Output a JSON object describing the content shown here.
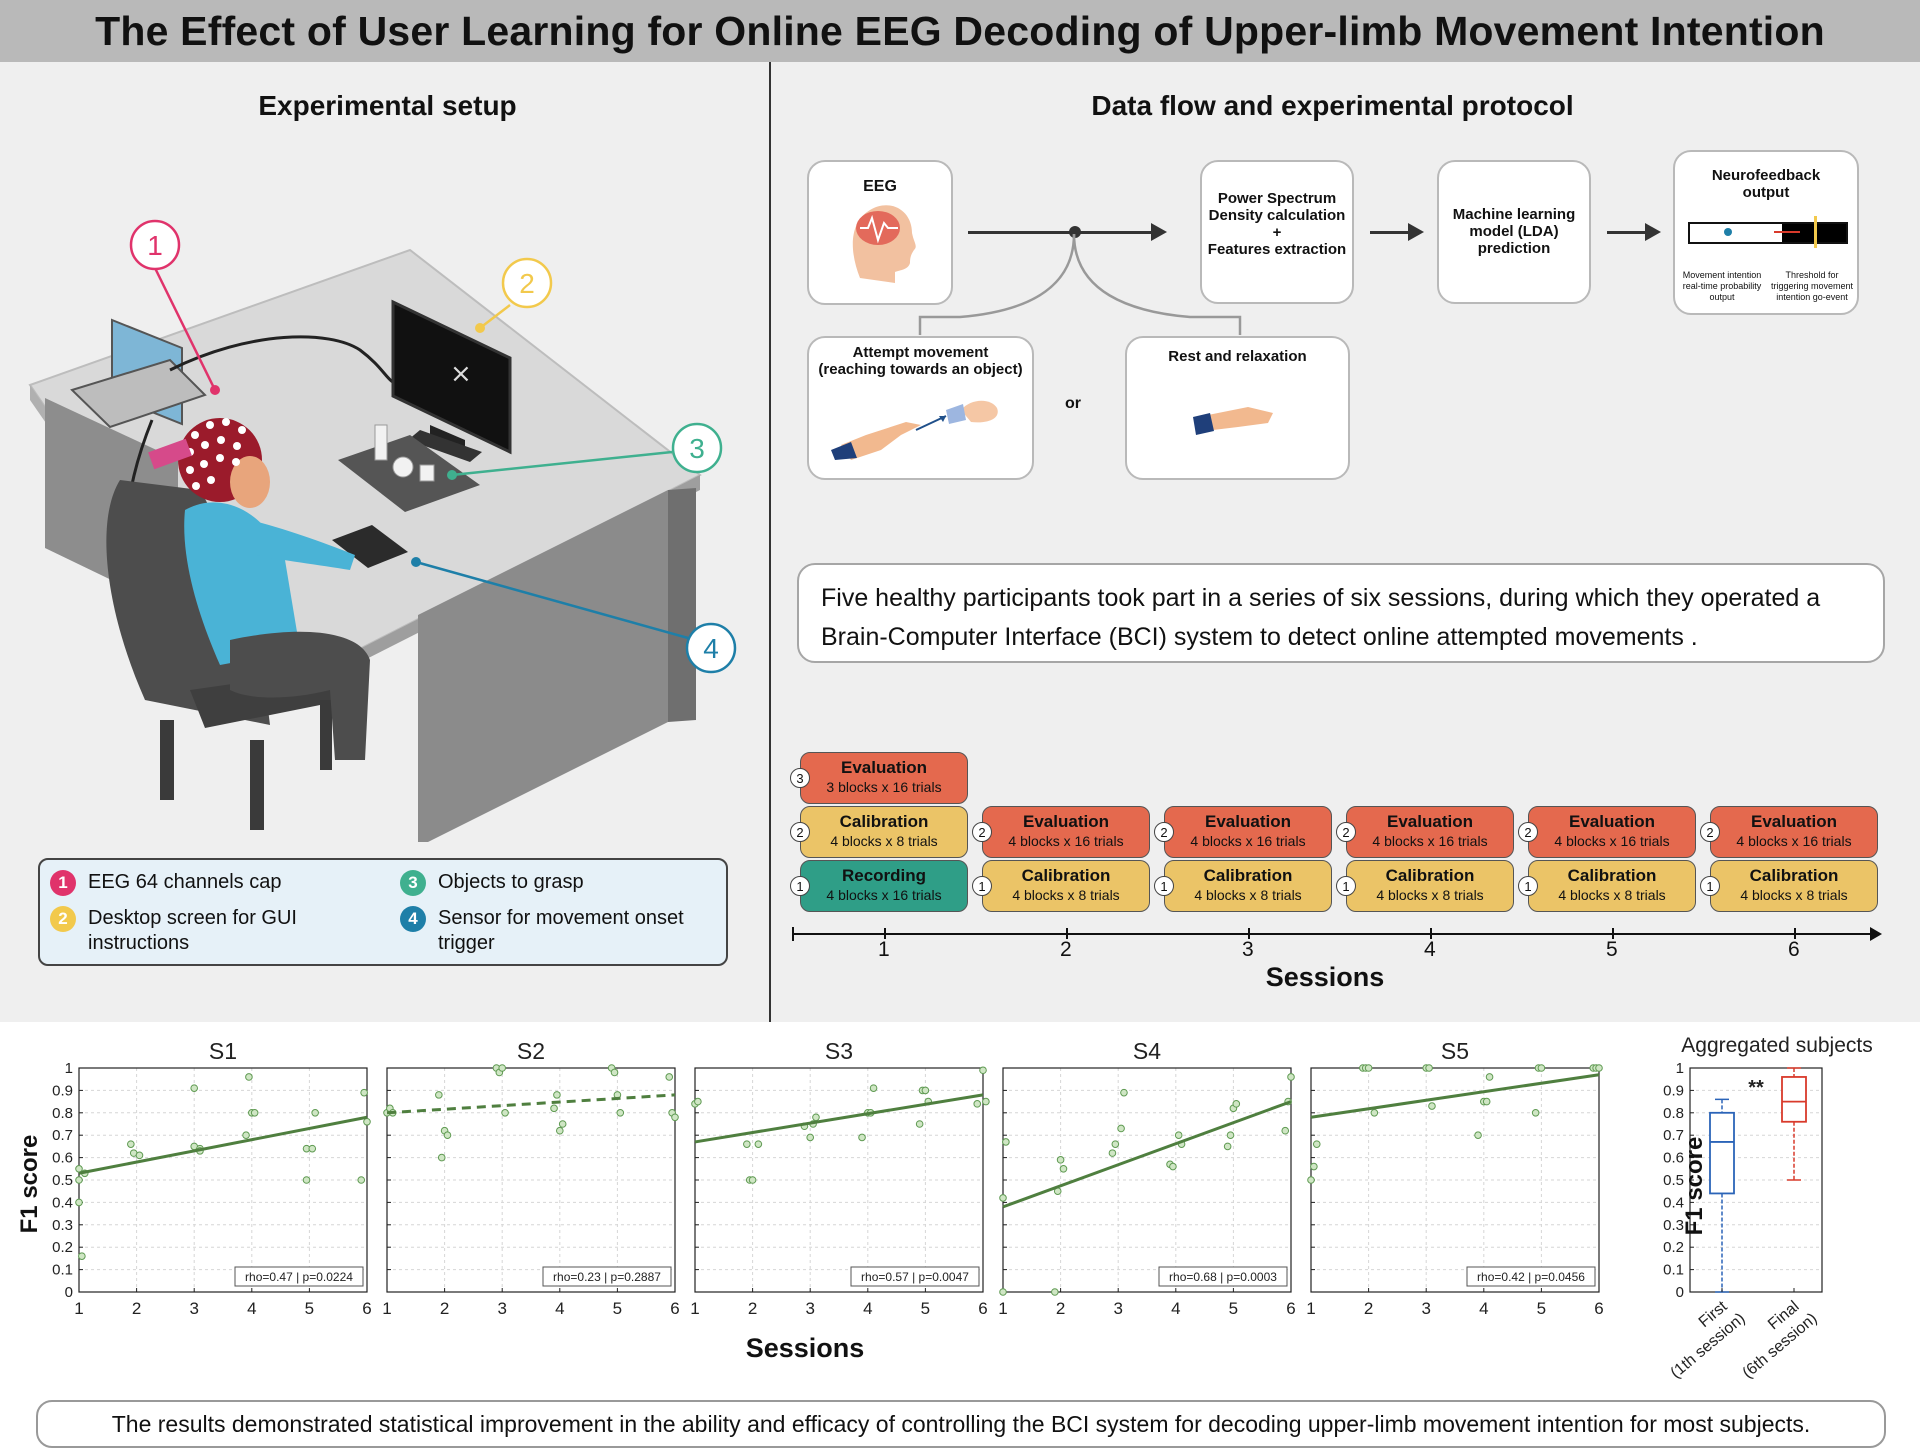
{
  "title": "The Effect of User Learning for Online EEG Decoding of Upper-limb Movement Intention",
  "left_section": {
    "heading": "Experimental setup",
    "callouts": [
      "1",
      "2",
      "3",
      "4"
    ],
    "screen_symbol": "×",
    "legend": [
      {
        "num": "1",
        "text": "EEG 64 channels cap",
        "color": "#e0336b"
      },
      {
        "num": "2",
        "text": "Desktop screen for GUI instructions",
        "color": "#f2c94c"
      },
      {
        "num": "3",
        "text": "Objects to grasp",
        "color": "#3fb08f"
      },
      {
        "num": "4",
        "text": "Sensor for movement onset trigger",
        "color": "#1e7fa8"
      }
    ]
  },
  "right_section": {
    "heading": "Data flow and experimental protocol",
    "flow": {
      "eeg": "EEG",
      "psd_line1": "Power Spectrum",
      "psd_line2": "Density calculation",
      "psd_line3": "+",
      "psd_line4": "Features extraction",
      "ml_line1": "Machine learning",
      "ml_line2": "model (LDA)",
      "ml_line3": "prediction",
      "nf_line1": "Neurofeedback",
      "nf_line2": "output",
      "nf_note1": "Movement intention real-time probability output",
      "nf_note2": "Threshold for triggering movement intention go-event",
      "attempt_line1": "Attempt movement",
      "attempt_line2": "(reaching towards an object)",
      "or": "or",
      "rest": "Rest and relaxation"
    },
    "summary": "Five healthy participants took part in a series of six sessions, during which they operated a Brain-Computer Interface (BCI) system to detect online attempted movements .",
    "protocol": {
      "session1_eval_title": "Evaluation",
      "session1_eval_sub": "3 blocks x 16 trials",
      "session1_cal_title": "Calibration",
      "session1_cal_sub": "4 blocks x 8 trials",
      "session1_rec_title": "Recording",
      "session1_rec_sub": "4 blocks x 16 trials",
      "eval_title": "Evaluation",
      "eval_sub": "4 blocks x 16 trials",
      "cal_title": "Calibration",
      "cal_sub": "4 blocks x 8 trials",
      "sessions_label": "Sessions",
      "session_ticks": [
        "1",
        "2",
        "3",
        "4",
        "5",
        "6"
      ]
    }
  },
  "chart_data": [
    {
      "type": "scatter",
      "title": "S1",
      "xlabel": "Sessions",
      "ylabel": "F1 score",
      "xlim": [
        1,
        6
      ],
      "ylim": [
        0,
        1
      ],
      "grid": true,
      "x": [
        1,
        1,
        1,
        1.05,
        1.1,
        1.9,
        1.95,
        2.05,
        3,
        3,
        3.1,
        3.1,
        3.9,
        3.95,
        4,
        4.05,
        4.95,
        4.95,
        5.05,
        5.1,
        5.9,
        5.95,
        6
      ],
      "y": [
        0.4,
        0.5,
        0.55,
        0.16,
        0.53,
        0.66,
        0.62,
        0.61,
        0.91,
        0.65,
        0.64,
        0.63,
        0.7,
        0.96,
        0.8,
        0.8,
        0.5,
        0.64,
        0.64,
        0.8,
        0.5,
        0.89,
        0.76
      ],
      "fit": [
        [
          1,
          0.53
        ],
        [
          6,
          0.78
        ]
      ],
      "fit_style": "solid",
      "annotation": "rho=0.47 | p=0.0224"
    },
    {
      "type": "scatter",
      "title": "S2",
      "xlabel": "Sessions",
      "ylabel": "F1 score",
      "xlim": [
        1,
        6
      ],
      "ylim": [
        0,
        1
      ],
      "grid": true,
      "x": [
        1,
        1.05,
        1.1,
        1.9,
        1.95,
        2,
        2.05,
        2.9,
        2.95,
        3,
        3.05,
        3.9,
        3.95,
        4,
        4.05,
        4.9,
        4.95,
        5,
        5.05,
        5.9,
        5.95,
        6
      ],
      "y": [
        0.8,
        0.82,
        0.8,
        0.88,
        0.6,
        0.72,
        0.7,
        1.0,
        0.98,
        1.0,
        0.8,
        0.82,
        0.88,
        0.72,
        0.75,
        1.0,
        0.98,
        0.88,
        0.8,
        0.96,
        0.8,
        0.78
      ],
      "fit": [
        [
          1,
          0.8
        ],
        [
          6,
          0.88
        ]
      ],
      "fit_style": "dashed",
      "annotation": "rho=0.23 | p=0.2887"
    },
    {
      "type": "scatter",
      "title": "S3",
      "xlabel": "Sessions",
      "ylabel": "F1 score",
      "xlim": [
        1,
        6
      ],
      "ylim": [
        0,
        1
      ],
      "grid": true,
      "x": [
        1,
        1.05,
        1.9,
        1.95,
        2,
        2.1,
        2.9,
        3,
        3.05,
        3.1,
        3.9,
        4,
        4.05,
        4.1,
        4.9,
        4.95,
        5,
        5.05,
        5.9,
        6,
        6.05
      ],
      "y": [
        0.84,
        0.85,
        0.66,
        0.5,
        0.5,
        0.66,
        0.74,
        0.69,
        0.75,
        0.78,
        0.69,
        0.8,
        0.8,
        0.91,
        0.75,
        0.9,
        0.9,
        0.85,
        0.84,
        0.99,
        0.85
      ],
      "fit": [
        [
          1,
          0.67
        ],
        [
          6,
          0.88
        ]
      ],
      "fit_style": "solid",
      "annotation": "rho=0.57 | p=0.0047"
    },
    {
      "type": "scatter",
      "title": "S4",
      "xlabel": "Sessions",
      "ylabel": "F1 score",
      "xlim": [
        1,
        6
      ],
      "ylim": [
        0,
        1
      ],
      "grid": true,
      "x": [
        1,
        1,
        1.05,
        1.9,
        1.95,
        2,
        2.05,
        2.9,
        2.95,
        3.05,
        3.1,
        3.9,
        3.95,
        4.05,
        4.1,
        4.9,
        4.95,
        5,
        5.05,
        5.9,
        5.95,
        6
      ],
      "y": [
        0.42,
        0.0,
        0.67,
        0.0,
        0.45,
        0.59,
        0.55,
        0.62,
        0.66,
        0.73,
        0.89,
        0.57,
        0.56,
        0.7,
        0.66,
        0.65,
        0.7,
        0.82,
        0.84,
        0.72,
        0.85,
        0.96
      ],
      "fit": [
        [
          1,
          0.38
        ],
        [
          6,
          0.85
        ]
      ],
      "fit_style": "solid",
      "annotation": "rho=0.68 | p=0.0003"
    },
    {
      "type": "scatter",
      "title": "S5",
      "xlabel": "Sessions",
      "ylabel": "F1 score",
      "xlim": [
        1,
        6
      ],
      "ylim": [
        0,
        1
      ],
      "grid": true,
      "x": [
        1,
        1.05,
        1.1,
        1.9,
        1.95,
        2,
        2.1,
        3,
        3.05,
        3.1,
        3.9,
        4,
        4.05,
        4.1,
        4.9,
        4.95,
        5,
        5.9,
        5.95,
        6
      ],
      "y": [
        0.5,
        0.56,
        0.66,
        1.0,
        1.0,
        1.0,
        0.8,
        1.0,
        1.0,
        0.83,
        0.7,
        0.85,
        0.85,
        0.96,
        0.8,
        1.0,
        1.0,
        1.0,
        1.0,
        1.0
      ],
      "fit": [
        [
          1,
          0.78
        ],
        [
          6,
          0.97
        ]
      ],
      "fit_style": "solid",
      "annotation": "rho=0.42 | p=0.0456"
    },
    {
      "type": "box",
      "title": "Aggregated subjects",
      "ylabel": "F1 score",
      "ylim": [
        0,
        1
      ],
      "grid": true,
      "significance": "**",
      "boxes": [
        {
          "label": "First (1th session)",
          "min": 0.0,
          "q1": 0.44,
          "median": 0.67,
          "q3": 0.8,
          "max": 0.86,
          "color": "#2b64b8"
        },
        {
          "label": "Final (6th session)",
          "min": 0.5,
          "q1": 0.76,
          "median": 0.85,
          "q3": 0.96,
          "max": 1.0,
          "color": "#d93a2b"
        }
      ]
    }
  ],
  "bottom_summary": "The results demonstrated statistical improvement in the ability and efficacy of controlling the BCI system for decoding upper-limb movement intention for most subjects."
}
